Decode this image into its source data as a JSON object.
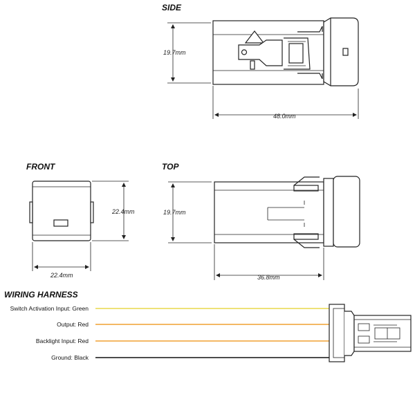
{
  "views": {
    "side": {
      "title": "SIDE",
      "height_label": "19.7mm",
      "length_label": "48.0mm"
    },
    "front": {
      "title": "FRONT",
      "height_label": "22.4mm",
      "width_label": "22.4mm"
    },
    "top": {
      "title": "TOP",
      "height_label": "19.7mm",
      "length_label": "36.8mm"
    }
  },
  "wiring": {
    "title": "WIRING HARNESS",
    "wires": [
      {
        "label": "Switch Activation Input: Green",
        "color": "#e8d84a"
      },
      {
        "label": "Output: Red",
        "color": "#f0a030"
      },
      {
        "label": "Backlight Input: Red",
        "color": "#f0a030"
      },
      {
        "label": "Ground: Black",
        "color": "#111111"
      }
    ]
  }
}
